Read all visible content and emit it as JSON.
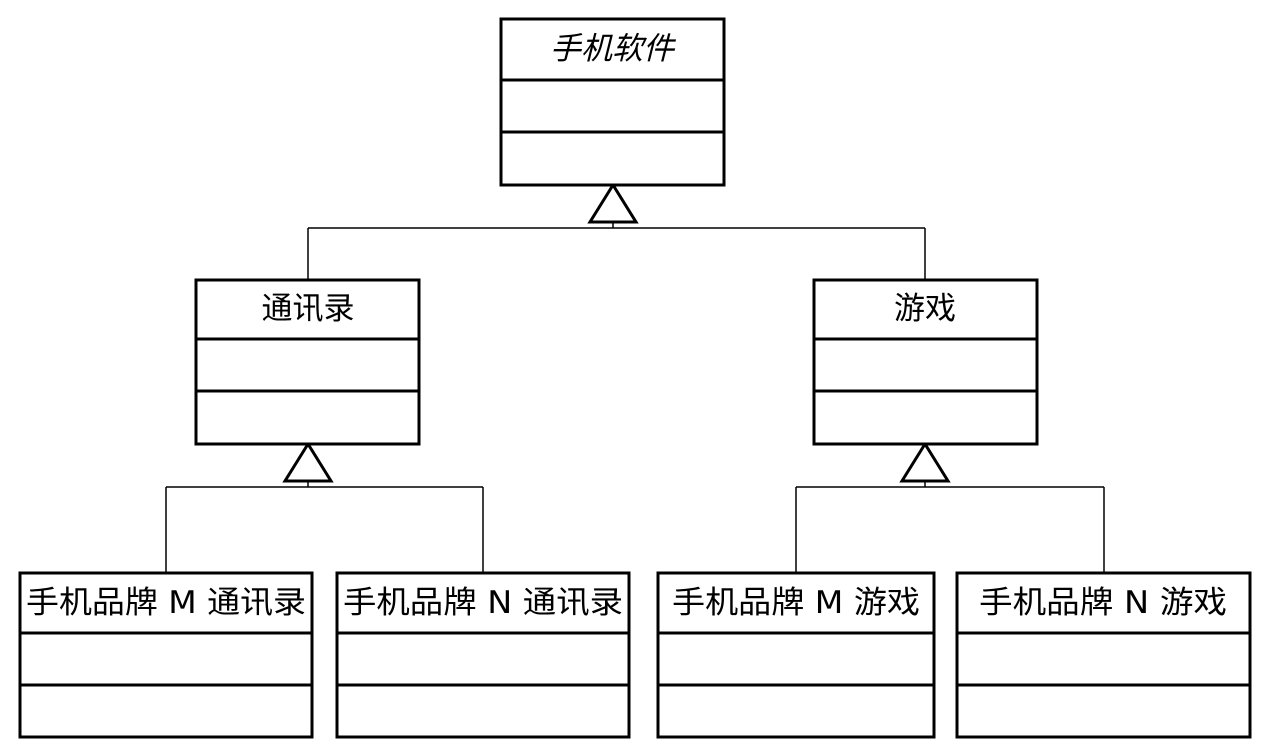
{
  "diagram": {
    "root": {
      "name": "手机软件",
      "abstract": true
    },
    "level2": [
      {
        "name": "通讯录"
      },
      {
        "name": "游戏"
      }
    ],
    "leaves": [
      {
        "name": "手机品牌 M 通讯录"
      },
      {
        "name": "手机品牌 N 通讯录"
      },
      {
        "name": "手机品牌 M 游戏"
      },
      {
        "name": "手机品牌 N 游戏"
      }
    ]
  }
}
